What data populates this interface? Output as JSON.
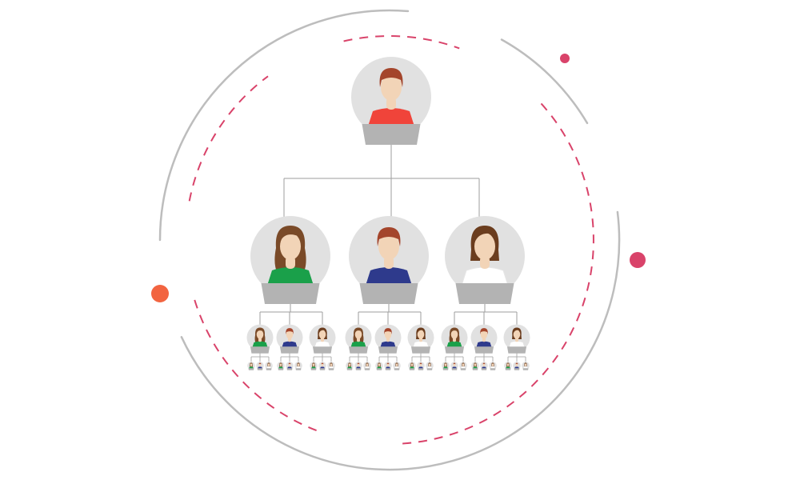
{
  "colors": {
    "ring": "#bdbdbd",
    "dashed_ring": "#d9436a",
    "dot_pink": "#d9436a",
    "dot_orange": "#f26440",
    "connector": "#9e9e9e",
    "avatar_bg": "#e1e1e1",
    "avatar_base": "#b3b3b3",
    "skin": "#f2d4b7"
  },
  "avatar_types": {
    "man-red": {
      "hair": "#a4452b",
      "shirt": "#f0443a",
      "hair_style": "short"
    },
    "man-blue": {
      "hair": "#a4452b",
      "shirt": "#2e3a8c",
      "hair_style": "short"
    },
    "woman-green": {
      "hair": "#7a4a28",
      "shirt": "#1aa04a",
      "hair_style": "long"
    },
    "woman-white": {
      "hair": "#6b3d1e",
      "shirt": "#ffffff",
      "hair_style": "bob"
    }
  },
  "org_tree": {
    "avatar": "man-red",
    "children": [
      {
        "avatar": "woman-green",
        "children": [
          {
            "avatar": "woman-green"
          },
          {
            "avatar": "man-blue"
          },
          {
            "avatar": "woman-white"
          }
        ]
      },
      {
        "avatar": "man-blue",
        "children": [
          {
            "avatar": "woman-green"
          },
          {
            "avatar": "man-blue"
          },
          {
            "avatar": "woman-white"
          }
        ]
      },
      {
        "avatar": "woman-white",
        "children": [
          {
            "avatar": "woman-green"
          },
          {
            "avatar": "man-blue"
          },
          {
            "avatar": "woman-white"
          }
        ]
      }
    ]
  },
  "leaf_team": [
    "woman-green",
    "man-blue",
    "woman-white"
  ]
}
